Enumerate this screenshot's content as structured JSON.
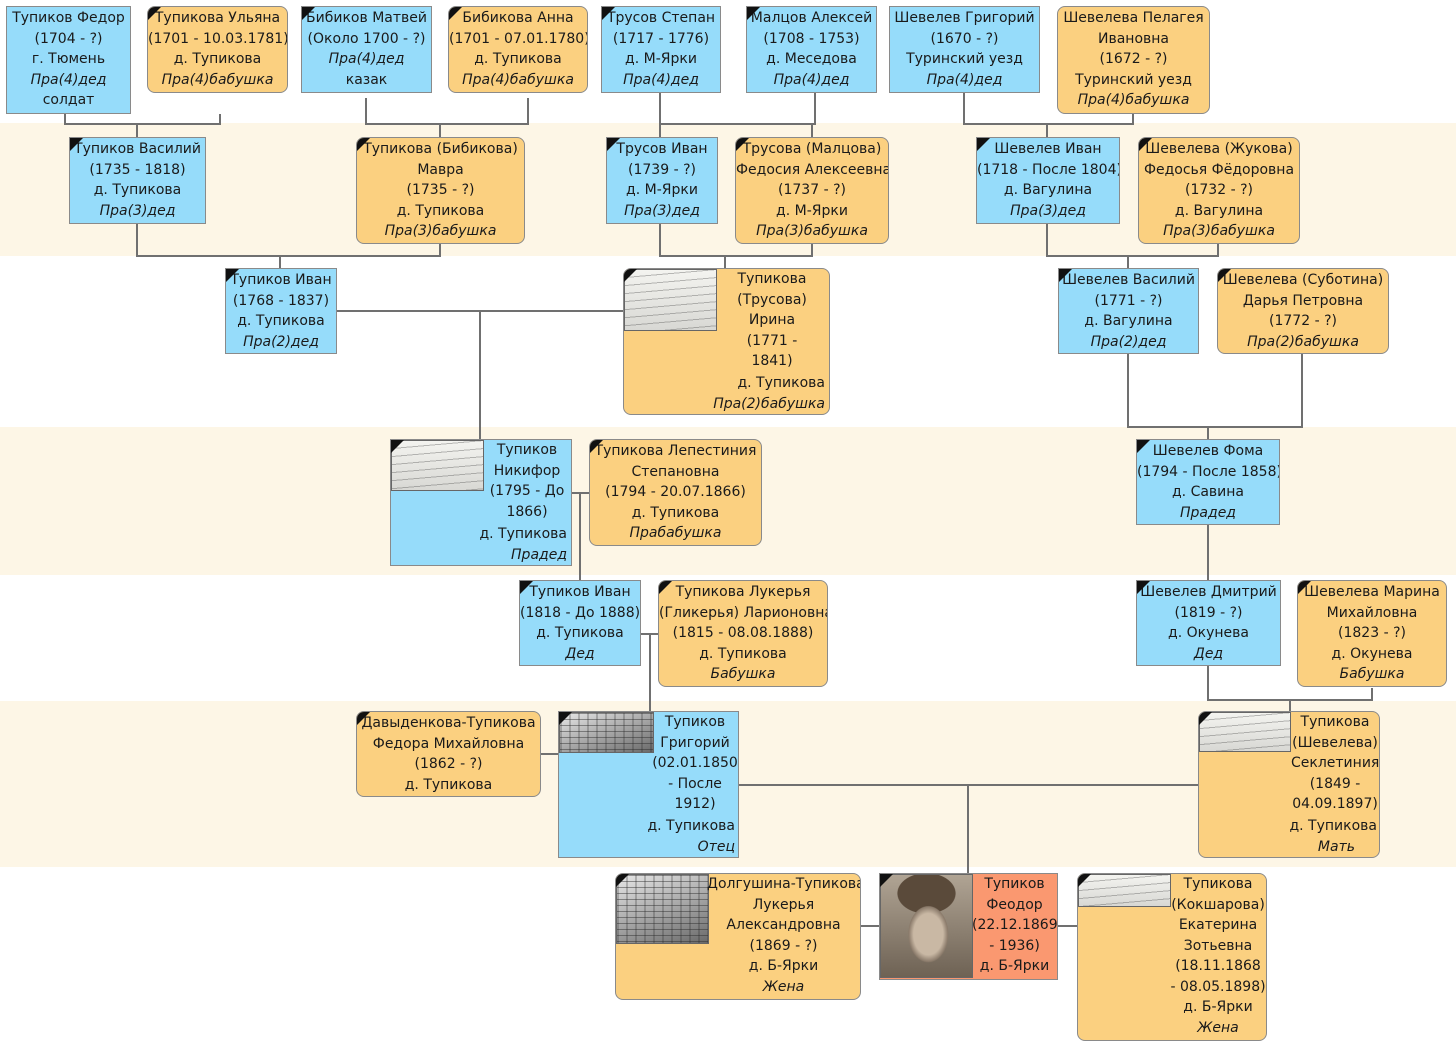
{
  "tree": {
    "gen4": [
      {
        "id": "tupikov_fedor_1704",
        "lines": [
          "Тупиков Федор",
          "(1704 - ?)",
          "г. Тюмень"
        ],
        "relation": "Пра(4)дед",
        "extra": "солдат",
        "sex": "m"
      },
      {
        "id": "tupikova_ulyana",
        "lines": [
          "Тупикова Ульяна",
          "(1701 - 10.03.1781)",
          "д. Тупикова"
        ],
        "relation": "Пра(4)бабушка",
        "sex": "f"
      },
      {
        "id": "bibikov_matvey",
        "lines": [
          "Бибиков Матвей",
          "(Около 1700 - ?)"
        ],
        "relation": "Пра(4)дед",
        "extra": "казак",
        "sex": "m"
      },
      {
        "id": "bibikova_anna",
        "lines": [
          "Бибикова Анна",
          "(1701 - 07.01.1780)",
          "д. Тупикова"
        ],
        "relation": "Пра(4)бабушка",
        "sex": "f"
      },
      {
        "id": "trusov_stepan",
        "lines": [
          "Трусов Степан",
          "(1717 - 1776)",
          "д. М-Ярки"
        ],
        "relation": "Пра(4)дед",
        "sex": "m"
      },
      {
        "id": "maltsov_aleksey",
        "lines": [
          "Малцов Алексей",
          "(1708 - 1753)",
          "д. Меседова"
        ],
        "relation": "Пра(4)дед",
        "sex": "m"
      },
      {
        "id": "shevelev_grigoriy",
        "lines": [
          "Шевелев Григорий",
          "(1670 - ?)",
          "Туринский уезд"
        ],
        "relation": "Пра(4)дед",
        "sex": "m"
      },
      {
        "id": "sheveleva_pelageya",
        "lines": [
          "Шевелева Пелагея",
          "Ивановна",
          "(1672 - ?)",
          "Туринский уезд"
        ],
        "relation": "Пра(4)бабушка",
        "sex": "f"
      }
    ],
    "gen3": [
      {
        "id": "tupikov_vasiliy",
        "lines": [
          "Тупиков Василий",
          "(1735 - 1818)",
          "д. Тупикова"
        ],
        "relation": "Пра(3)дед",
        "sex": "m"
      },
      {
        "id": "tupikova_mavra",
        "lines": [
          "Тупикова (Бибикова)",
          "Мавра",
          "(1735 - ?)",
          "д. Тупикова"
        ],
        "relation": "Пра(3)бабушка",
        "sex": "f"
      },
      {
        "id": "trusov_ivan",
        "lines": [
          "Трусов Иван",
          "(1739 - ?)",
          "д. М-Ярки"
        ],
        "relation": "Пра(3)дед",
        "sex": "m"
      },
      {
        "id": "trusova_fedosiya",
        "lines": [
          "Трусова (Малцова)",
          "Федосия Алексеевна",
          "(1737 - ?)",
          "д. М-Ярки"
        ],
        "relation": "Пра(3)бабушка",
        "sex": "f"
      },
      {
        "id": "shevelev_ivan",
        "lines": [
          "Шевелев Иван",
          "(1718 - После 1804)",
          "д. Вагулина"
        ],
        "relation": "Пра(3)дед",
        "sex": "m"
      },
      {
        "id": "sheveleva_fedosya",
        "lines": [
          "Шевелева (Жукова)",
          "Федосья Фёдоровна",
          "(1732 - ?)",
          "д. Вагулина"
        ],
        "relation": "Пра(3)бабушка",
        "sex": "f"
      }
    ],
    "gen2": [
      {
        "id": "tupikov_ivan_1768",
        "lines": [
          "Тупиков Иван",
          "(1768 - 1837)",
          "д. Тупикова"
        ],
        "relation": "Пра(2)дед",
        "sex": "m"
      },
      {
        "id": "tupikova_irina",
        "lines": [
          "Тупикова",
          "(Трусова)",
          "Ирина",
          "(1771 -",
          "1841)",
          "д. Тупикова"
        ],
        "relation": "Пра(2)бабушка",
        "sex": "f",
        "photo": "document-photo"
      },
      {
        "id": "shevelev_vasiliy",
        "lines": [
          "Шевелев Василий",
          "(1771 - ?)",
          "д. Вагулина"
        ],
        "relation": "Пра(2)дед",
        "sex": "m"
      },
      {
        "id": "sheveleva_darya",
        "lines": [
          "Шевелева (Суботина)",
          "Дарья Петровна",
          "(1772 - ?)"
        ],
        "relation": "Пра(2)бабушка",
        "sex": "f"
      }
    ],
    "gen1": [
      {
        "id": "tupikov_nikifor",
        "lines": [
          "Тупиков",
          "Никифор",
          "(1795 - До",
          "1866)",
          "д. Тупикова"
        ],
        "relation": "Прадед",
        "sex": "m",
        "photo": "document-photo"
      },
      {
        "id": "tupikova_lepestiniya",
        "lines": [
          "Тупикова Лепестиния",
          "Степановна",
          "(1794 - 20.07.1866)",
          "д. Тупикова"
        ],
        "relation": "Прабабушка",
        "sex": "f"
      },
      {
        "id": "shevelev_foma",
        "lines": [
          "Шевелев Фома",
          "(1794 - После 1858)",
          "д. Савина"
        ],
        "relation": "Прадед",
        "sex": "m"
      }
    ],
    "gen0": [
      {
        "id": "tupikov_ivan_1818",
        "lines": [
          "Тупиков Иван",
          "(1818 - До 1888)",
          "д. Тупикова"
        ],
        "relation": "Дед",
        "sex": "m"
      },
      {
        "id": "tupikova_lukerya",
        "lines": [
          "Тупикова Лукерья",
          "(Гликерья) Ларионовна",
          "(1815 - 08.08.1888)",
          "д. Тупикова"
        ],
        "relation": "Бабушка",
        "sex": "f"
      },
      {
        "id": "shevelev_dmitriy",
        "lines": [
          "Шевелев Дмитрий",
          "(1819 - ?)",
          "д. Окунева"
        ],
        "relation": "Дед",
        "sex": "m"
      },
      {
        "id": "sheveleva_marina",
        "lines": [
          "Шевелева Марина",
          "Михайловна",
          "(1823 - ?)",
          "д. Окунева"
        ],
        "relation": "Бабушка",
        "sex": "f"
      }
    ],
    "parents": [
      {
        "id": "davydenkova_fedora",
        "lines": [
          "Давыденкова-Тупикова",
          "Федора Михайловна",
          "(1862 - ?)",
          "д. Тупикова"
        ],
        "relation": "",
        "sex": "f"
      },
      {
        "id": "tupikov_grigoriy",
        "lines": [
          "Тупиков",
          "Григорий",
          "(02.01.1850",
          "- После",
          "1912)",
          "д. Тупикова"
        ],
        "relation": "Отец",
        "sex": "m",
        "photo": "document-photo"
      },
      {
        "id": "tupikova_sekletiniya",
        "lines": [
          "Тупикова",
          "(Шевелева)",
          "Секлетиния",
          "(1849 -",
          "04.09.1897)",
          "д. Тупикова"
        ],
        "relation": "Мать",
        "sex": "f",
        "photo": "document-photo"
      }
    ],
    "self": [
      {
        "id": "dolgushina_lukerya",
        "lines": [
          "Долгушина-Тупикова",
          "Лукерья",
          "Александровна",
          "(1869 - ?)",
          "д. Б-Ярки"
        ],
        "relation": "Жена",
        "sex": "f",
        "photo": "document-photo"
      },
      {
        "id": "tupikov_feodor",
        "lines": [
          "Тупиков",
          "Феодор",
          "(22.12.1869",
          "- 1936)",
          "д. Б-Ярки"
        ],
        "relation": "",
        "sex": "self",
        "photo": "portrait-photo"
      },
      {
        "id": "tupikova_ekaterina",
        "lines": [
          "Тупикова",
          "(Кокшарова)",
          "Екатерина",
          "Зотьевна",
          "(18.11.1868",
          "- 08.05.1898)",
          "д. Б-Ярки"
        ],
        "relation": "Жена",
        "sex": "f",
        "photo": "document-photo"
      }
    ]
  },
  "colors": {
    "male": "#96dcfa",
    "female": "#fbd080",
    "self": "#fa9870",
    "band": "#fdf6e6",
    "line": "#707070"
  },
  "icons": {
    "deceased_marker": "black-corner-ribbon-icon"
  }
}
